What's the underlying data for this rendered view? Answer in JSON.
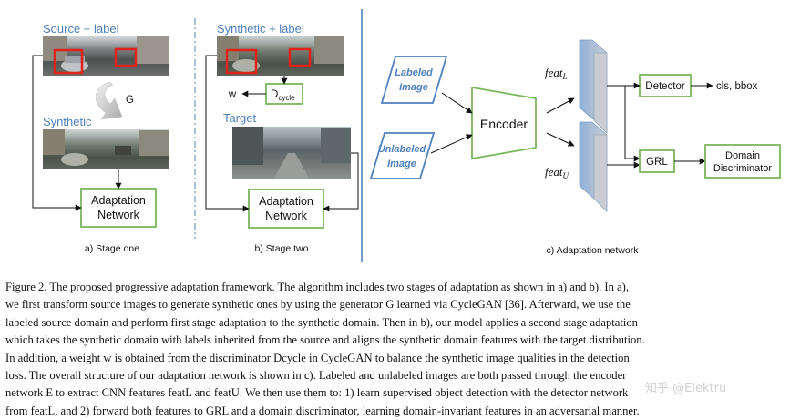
{
  "figure": {
    "stage_one": {
      "source_label": "Source + label",
      "generator": "G",
      "synthetic_label": "Synthetic",
      "adaptation_line1": "Adaptation",
      "adaptation_line2": "Network",
      "caption": "a) Stage one"
    },
    "stage_two": {
      "synthetic_label": "Synthetic + label",
      "weight": "w",
      "dcycle_main": "D",
      "dcycle_sub": "cycle",
      "target_label": "Target",
      "adaptation_line1": "Adaptation",
      "adaptation_line2": "Network",
      "caption": "b) Stage two"
    },
    "network": {
      "labeled_line1": "Labeled",
      "labeled_line2": "Image",
      "unlabeled_line1": "Unlabeled",
      "unlabeled_line2": "Image",
      "encoder": "Encoder",
      "feat_l_main": "feat",
      "feat_l_sub": "L",
      "feat_u_main": "feat",
      "feat_u_sub": "U",
      "detector": "Detector",
      "detector_output": "cls, bbox",
      "grl": "GRL",
      "domain_line1": "Domain",
      "domain_line2": "Discriminator",
      "caption": "c) Adaptation network"
    }
  },
  "caption_lines": [
    "Figure 2.  The proposed progressive adaptation framework. The algorithm includes two stages of adaptation as shown in a) and b). In a),",
    "we first transform source images to generate synthetic ones by using the generator G learned via CycleGAN [36]. Afterward, we use the",
    "labeled source domain and perform first stage adaptation to the synthetic domain. Then in b), our model applies a second stage adaptation",
    "which takes the synthetic domain with labels inherited from the source and aligns the synthetic domain features with the target distribution.",
    "In addition, a weight w is obtained from the discriminator Dcycle in CycleGAN to balance the synthetic image qualities in the detection",
    "loss. The overall structure of our adaptation network is shown in c). Labeled and unlabeled images are both passed through the encoder",
    "network E to extract CNN features featL and featU. We then use them to: 1) learn supervised object detection with the detector network",
    "from featL, and 2) forward both features to GRL and a domain discriminator, learning domain-invariant features in an adversarial manner."
  ],
  "watermark": "知乎 @Elektru",
  "colors": {
    "green": "#7ab65c",
    "blue": "#4f81bd",
    "red": "#e0231a"
  }
}
